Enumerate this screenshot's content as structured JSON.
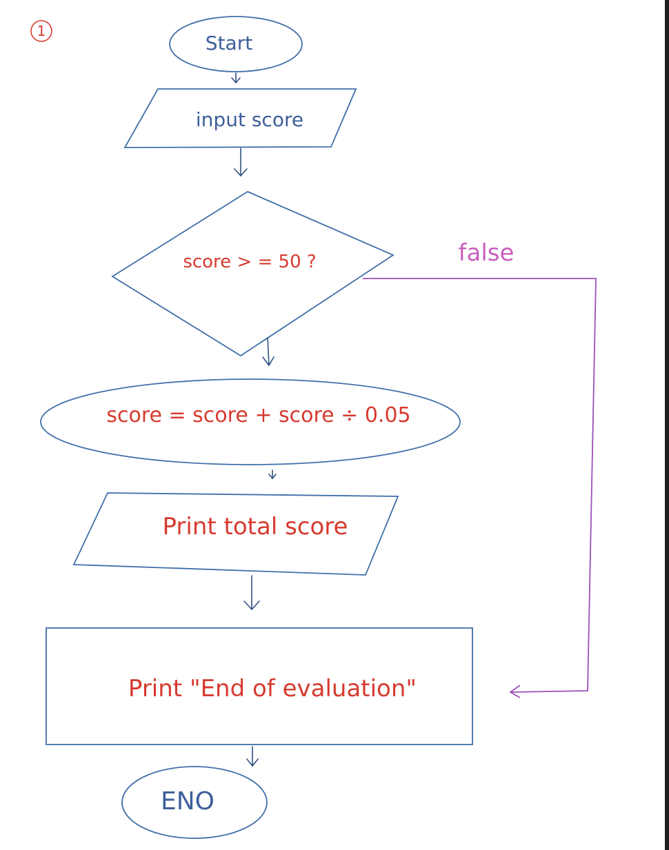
{
  "marker": "①",
  "nodes": {
    "start": "Start",
    "input": "input score",
    "decision": "score > = 50 ?",
    "process": "score = score + score ÷ 0.05",
    "print_total": "Print total score",
    "print_end": "Print \"End of evaluation\"",
    "end": "ENO"
  },
  "edges": {
    "false_label": "false"
  },
  "colors": {
    "shape_stroke": "#3f6fa8",
    "blue_text": "#3d5f9a",
    "red_text": "#d63a2f",
    "false_path": "#9b4fb8",
    "marker": "#d63a2f"
  }
}
